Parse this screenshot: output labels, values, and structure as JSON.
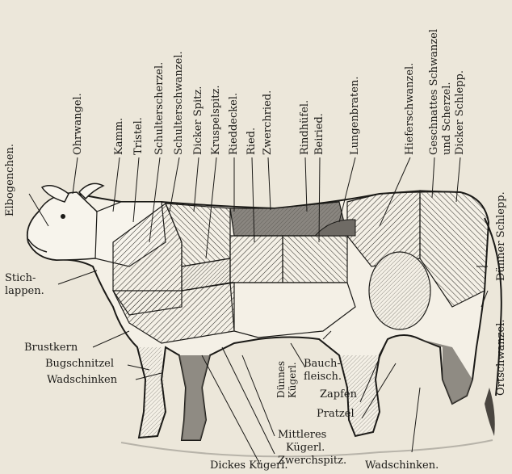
{
  "labels": {
    "ohrwangel": "Ohrwangel.",
    "kamm": "Kamm.",
    "tristel": "Tristel.",
    "schulterscherzel": "Schulterscherzel.",
    "schulterschwanzel": "Schulterschwanzel.",
    "dicker_spitz": "Dicker Spitz.",
    "kruspelspitz": "Kruspelspitz.",
    "rieddeckel": "Rieddeckel.",
    "ried": "Ried.",
    "zwerchried": "Zwerchried.",
    "rindhufel": "Rindhüfel.",
    "beiried": "Beiried.",
    "lungenbraten": "Lungenbraten.",
    "hieferschwanzel": "Hieferschwanzel.",
    "geschnattes_line1": "Geschnattes Schwanzel",
    "geschnattes_line2": "und Scherzel.",
    "dicker_schlepp": "Dicker Schlepp.",
    "duenner_schlepp": "Dünner Schlepp.",
    "ortschwanzel": "Ortschwanzel.",
    "elbogenchen": "Elbogenchen.",
    "stich_line1": "Stich-",
    "stich_line2": "lappen.",
    "brustkern": "Brustkern",
    "bugschnitzel": "Bugschnitzel",
    "wadschinken_front": "Wadschinken",
    "duennes": "Dünnes",
    "kuegerl": "Kügerl.",
    "bauch_line1": "Bauch-",
    "bauch_line2": "fleisch.",
    "zapfen": "Zapfen",
    "pratzel": "Pratzel",
    "mittleres_line1": "Mittleres",
    "mittleres_line2": "Kügerl.",
    "zwerchspitz": "Zwerchspitz.",
    "dickes_kuegerl": "Dickes Kügerl.",
    "wadschinken_back": "Wadschinken."
  },
  "colors": {
    "paper": "#ece7da",
    "ink": "#1b1a17",
    "dark_region": "#7d7973"
  }
}
